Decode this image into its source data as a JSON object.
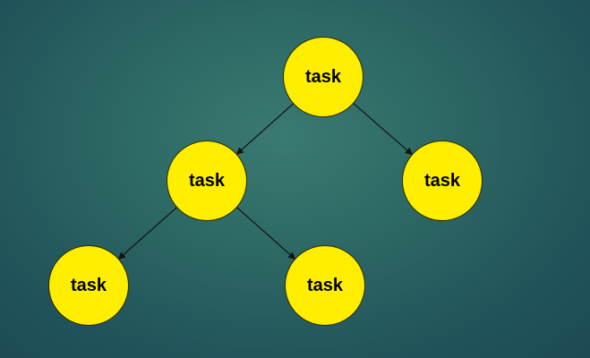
{
  "diagram": {
    "type": "tree",
    "colors": {
      "node_fill": "#ffee00",
      "node_stroke": "#2b2b00",
      "edge": "#111111",
      "background": "#2c6763"
    },
    "nodes": [
      {
        "id": "root",
        "label": "task"
      },
      {
        "id": "left",
        "label": "task"
      },
      {
        "id": "right",
        "label": "task"
      },
      {
        "id": "left-left",
        "label": "task"
      },
      {
        "id": "left-right",
        "label": "task"
      }
    ],
    "edges": [
      {
        "from": "root",
        "to": "left"
      },
      {
        "from": "root",
        "to": "right"
      },
      {
        "from": "left",
        "to": "left-left"
      },
      {
        "from": "left",
        "to": "left-right"
      }
    ]
  }
}
